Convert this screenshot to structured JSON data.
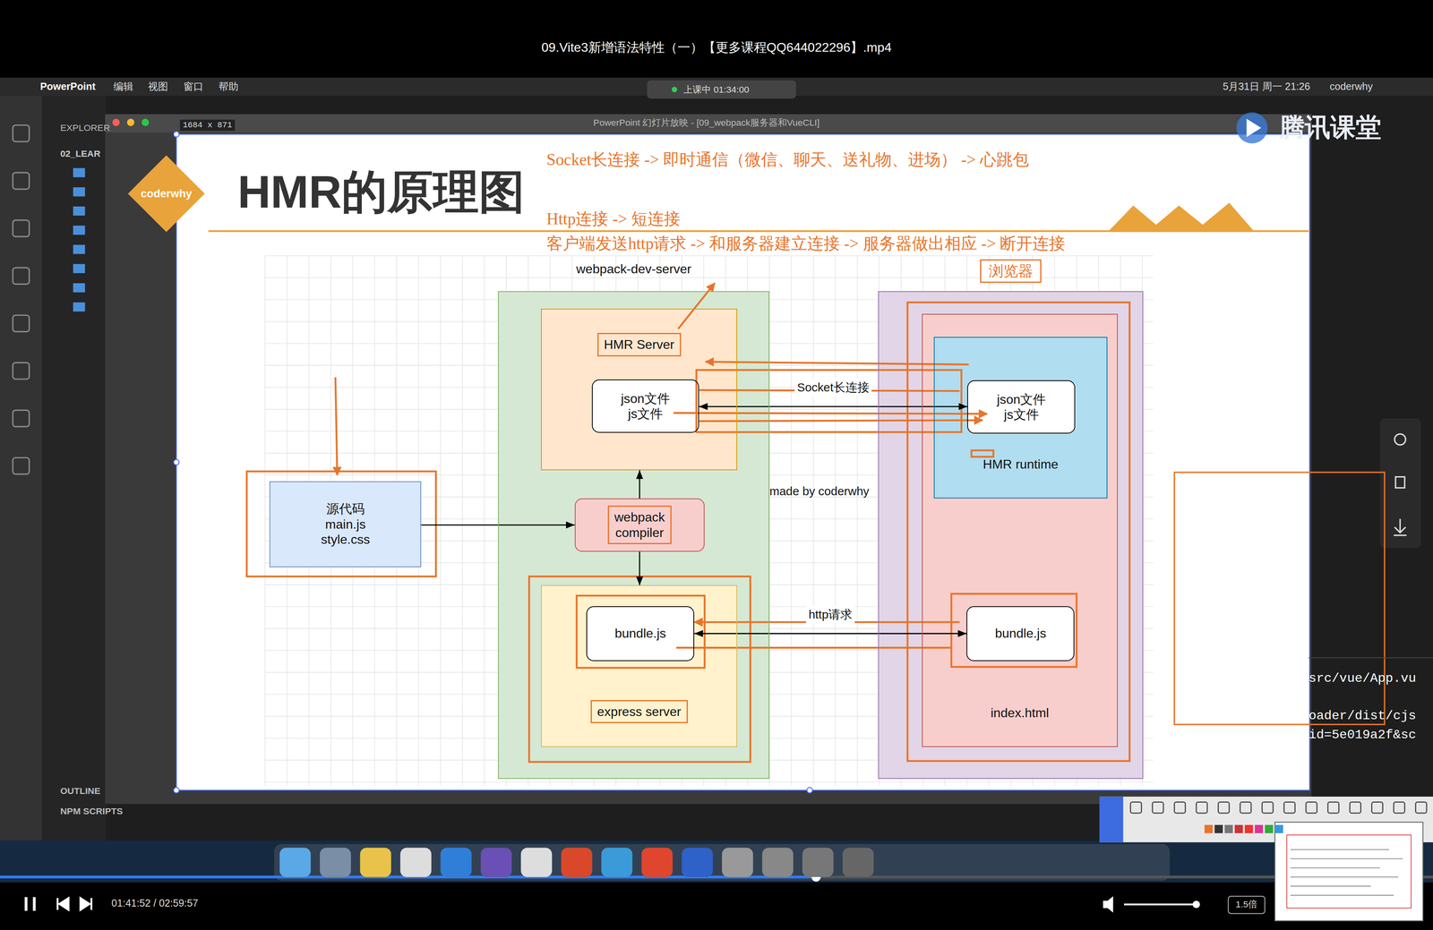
{
  "diagram": {
    "title": "HMR的原理图",
    "nodes": [
      {
        "text": [
          "webpack-dev-server"
        ]
      },
      {
        "text": [
          "HMR Server"
        ],
        "in": 0
      },
      {
        "text": [
          "json文件 js文件"
        ],
        "in": 1
      },
      {
        "text": [
          "webpack compiler"
        ],
        "in": 0
      },
      {
        "text": [
          "express server"
        ],
        "in": 0
      },
      {
        "text": [
          "bundle.js"
        ],
        "in": 4
      },
      {
        "text": [
          "浏览器"
        ]
      },
      {
        "text": [
          "index.html"
        ],
        "in": 6
      },
      {
        "text": [
          "HMR runtime"
        ],
        "in": 7
      },
      {
        "text": [
          "json文件 js文件"
        ],
        "in": 8
      },
      {
        "text": [
          "bundle.js"
        ],
        "in": 7
      },
      {
        "text": [
          "源代码 main.js style.css"
        ]
      }
    ],
    "edges": [
      {
        "from": 11,
        "to": 3,
        "arrow": "to"
      },
      {
        "from": 3,
        "to": 1,
        "arrow": "to"
      },
      {
        "from": 3,
        "to": 4,
        "arrow": "to"
      },
      {
        "from": 2,
        "to": 9,
        "label": "Socket长连接",
        "arrow": "both"
      },
      {
        "from": 5,
        "to": 10,
        "label": "http请求",
        "arrow": "both"
      }
    ],
    "labels": [
      "09.Vite3新增语法特性（一）【更多课程QQ644022296】.mp4",
      "PowerPoint",
      "编辑",
      "视图",
      "窗口",
      "帮助",
      "上课中 01:34:00",
      "5月31日 周一 21:26",
      "coderwhy",
      "1684 x 871",
      "PowerPoint 幻灯片放映 - [09_webpack服务器和VueCLI]",
      "腾讯课堂",
      "EXPLORER",
      "02_LEAR",
      "OUTLINE",
      "NPM SCRIPTS",
      "coderwhy",
      "Socket长连接 -> 即时通信（微信、聊天、送礼物、进场） -> 心跳包",
      "Http连接 -> 短连接",
      "客户端发送http请求 -> 和服务器建立连接 -> 服务器做出相应 -> 断开连接",
      "made by coderwhy",
      "src/vue/App.vu",
      "oader/dist/cjs",
      "id=5e019a2f&sc",
      "01:41:52 / 02:59:57",
      "1.5倍"
    ]
  }
}
